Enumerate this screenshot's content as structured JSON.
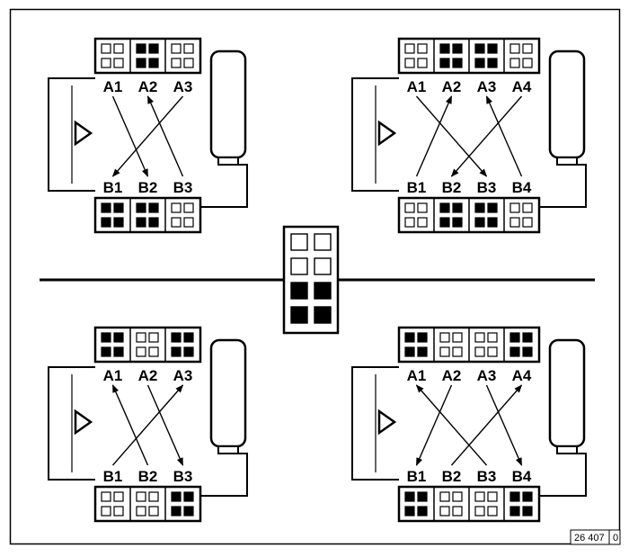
{
  "colors": {
    "ink": "#000000",
    "paper": "#ffffff"
  },
  "diagrams": [
    {
      "id": "top-left",
      "top_groups": [
        [
          0,
          0,
          0,
          0
        ],
        [
          1,
          1,
          1,
          1
        ],
        [
          0,
          0,
          0,
          0
        ]
      ],
      "bottom_groups": [
        [
          1,
          1,
          1,
          1
        ],
        [
          1,
          1,
          1,
          1
        ],
        [
          0,
          0,
          0,
          0
        ]
      ],
      "top_labels": [
        "A1",
        "A2",
        "A3"
      ],
      "bottom_labels": [
        "B1",
        "B2",
        "B3"
      ],
      "arrows": [
        {
          "from": "A1",
          "to": "B2"
        },
        {
          "from": "B3",
          "to": "A2"
        },
        {
          "from": "A3",
          "to": "B1"
        }
      ]
    },
    {
      "id": "top-right",
      "top_groups": [
        [
          0,
          0,
          0,
          0
        ],
        [
          1,
          1,
          1,
          1
        ],
        [
          1,
          1,
          1,
          1
        ],
        [
          0,
          0,
          0,
          0
        ]
      ],
      "bottom_groups": [
        [
          0,
          0,
          0,
          0
        ],
        [
          1,
          1,
          1,
          1
        ],
        [
          1,
          1,
          1,
          1
        ],
        [
          0,
          0,
          0,
          0
        ]
      ],
      "top_labels": [
        "A1",
        "A2",
        "A3",
        "A4"
      ],
      "bottom_labels": [
        "B1",
        "B2",
        "B3",
        "B4"
      ],
      "arrows": [
        {
          "from": "B1",
          "to": "A2"
        },
        {
          "from": "A1",
          "to": "B3"
        },
        {
          "from": "B4",
          "to": "A3"
        },
        {
          "from": "A4",
          "to": "B2"
        }
      ]
    },
    {
      "id": "bottom-left",
      "top_groups": [
        [
          1,
          1,
          1,
          1
        ],
        [
          0,
          0,
          0,
          0
        ],
        [
          1,
          1,
          1,
          1
        ]
      ],
      "bottom_groups": [
        [
          0,
          0,
          0,
          0
        ],
        [
          0,
          0,
          0,
          0
        ],
        [
          1,
          1,
          1,
          1
        ]
      ],
      "top_labels": [
        "A1",
        "A2",
        "A3"
      ],
      "bottom_labels": [
        "B1",
        "B2",
        "B3"
      ],
      "arrows": [
        {
          "from": "B2",
          "to": "A1"
        },
        {
          "from": "A2",
          "to": "B3"
        },
        {
          "from": "B1",
          "to": "A3"
        }
      ]
    },
    {
      "id": "bottom-right",
      "top_groups": [
        [
          1,
          1,
          1,
          1
        ],
        [
          0,
          0,
          0,
          0
        ],
        [
          0,
          0,
          0,
          0
        ],
        [
          1,
          1,
          1,
          1
        ]
      ],
      "bottom_groups": [
        [
          1,
          1,
          1,
          1
        ],
        [
          0,
          0,
          0,
          0
        ],
        [
          0,
          0,
          0,
          0
        ],
        [
          1,
          1,
          1,
          1
        ]
      ],
      "top_labels": [
        "A1",
        "A2",
        "A3",
        "A4"
      ],
      "bottom_labels": [
        "B1",
        "B2",
        "B3",
        "B4"
      ],
      "arrows": [
        {
          "from": "A2",
          "to": "B1"
        },
        {
          "from": "B3",
          "to": "A1"
        },
        {
          "from": "A3",
          "to": "B4"
        },
        {
          "from": "B2",
          "to": "A4"
        }
      ]
    }
  ],
  "legend_key": [
    [
      0,
      0
    ],
    [
      0,
      0
    ],
    [
      1,
      1
    ],
    [
      1,
      1
    ]
  ],
  "figure_ref": {
    "number": "26 407",
    "suffix": "0"
  }
}
